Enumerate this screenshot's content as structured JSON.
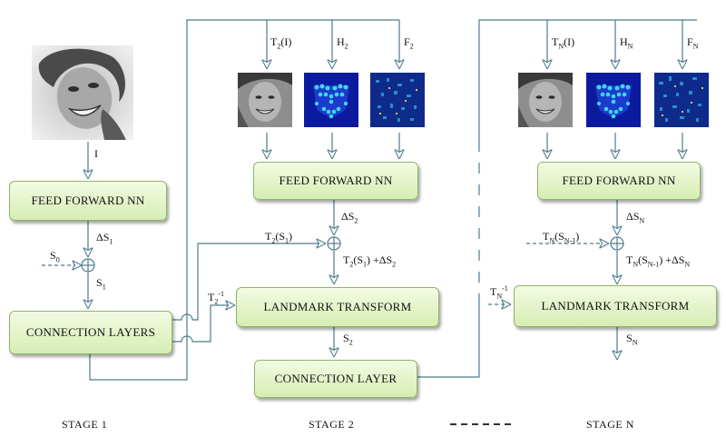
{
  "stage1": {
    "input_label": "I",
    "ffnn_label": "FEED FORWARD NN",
    "delta_label": "ΔS",
    "delta_sub": "1",
    "s0_label": "S",
    "s0_sub": "0",
    "s1_label": "S",
    "s1_sub": "1",
    "conn_label": "CONNECTION LAYERS",
    "footer": "STAGE 1"
  },
  "stage2": {
    "in_t": "T",
    "in_t_sub": "2",
    "in_t_arg": "(I)",
    "in_h": "H",
    "in_h_sub": "2",
    "in_f": "F",
    "in_f_sub": "2",
    "ffnn_label": "FEED FORWARD NN",
    "delta_label": "ΔS",
    "delta_sub": "2",
    "ts_label": "T",
    "ts_sub": "2",
    "ts_arg": "(S",
    "ts_arg_sub": "1",
    "ts_close": ")",
    "sum_t": "T",
    "sum_sub": "2",
    "sum_arg": "(S",
    "sum_arg_sub": "1",
    "sum_rest": ") +ΔS",
    "sum_rest_sub": "2",
    "inv_label": "T",
    "inv_sub": "2",
    "inv_sup": "-1",
    "landmark_label": "LANDMARK TRANSFORM",
    "s2_label": "S",
    "s2_sub": "2",
    "conn_label": "CONNECTION LAYER",
    "footer": "STAGE 2"
  },
  "stageN": {
    "in_t": "T",
    "in_t_sub": "N",
    "in_t_arg": "(I)",
    "in_h": "H",
    "in_h_sub": "N",
    "in_f": "F",
    "in_f_sub": "N",
    "ffnn_label": "FEED FORWARD NN",
    "delta_label": "ΔS",
    "delta_sub": "N",
    "ts_label": "T",
    "ts_sub": "N",
    "ts_arg": "(S",
    "ts_arg_sub": "N-1",
    "ts_close": ")",
    "sum_t": "T",
    "sum_sub": "N",
    "sum_arg": "(S",
    "sum_arg_sub": "N-1",
    "sum_rest": ") +ΔS",
    "sum_rest_sub": "N",
    "inv_label": "T",
    "inv_sub": "N",
    "inv_sup": "-1",
    "landmark_label": "LANDMARK TRANSFORM",
    "sn_label": "S",
    "sn_sub": "N",
    "footer": "STAGE N"
  },
  "between_marker": "- - - - - -",
  "colors": {
    "wire": "#4f7a8c",
    "box_fill": "#e3f3c8",
    "box_border": "#8fb46a",
    "heatmap_bg": "#0c1a9e",
    "heatmap_point": "#3fd7f0"
  }
}
